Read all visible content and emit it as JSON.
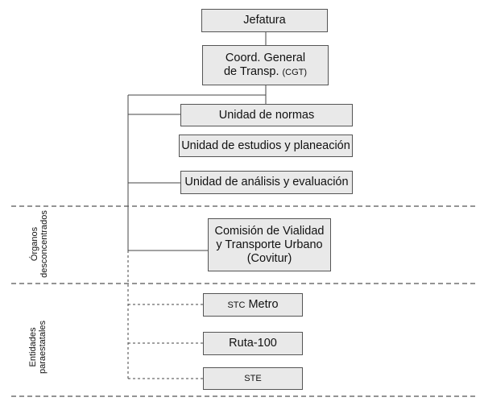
{
  "org_chart": {
    "top": {
      "label": "Jefatura"
    },
    "coordination": {
      "line1": "Coord. General",
      "line2_main": "de Transp.",
      "line2_abbr": "(CGT)"
    },
    "units": [
      {
        "label": "Unidad de normas"
      },
      {
        "label": "Unidad de estudios y planeación"
      },
      {
        "label": "Unidad de análisis y evaluación"
      }
    ],
    "deconcentrated": {
      "section_label_line1": "Órganos",
      "section_label_line2": "desconcentrados",
      "covitur": {
        "line1": "Comisión de Vialidad",
        "line2": "y Transporte Urbano",
        "line3": "(Covitur)"
      }
    },
    "parastatal": {
      "section_label_line1": "Entidades",
      "section_label_line2": "paraestatales",
      "entities": [
        {
          "abbr": "STC",
          "label": "Metro"
        },
        {
          "abbr": "",
          "label": "Ruta-100"
        },
        {
          "abbr": "",
          "label": "STE"
        }
      ]
    }
  }
}
